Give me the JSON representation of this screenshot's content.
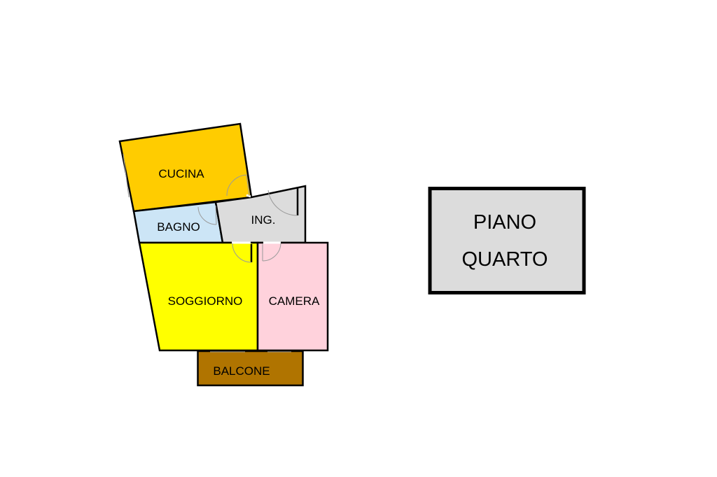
{
  "rooms": {
    "cucina": {
      "label": "CUCINA",
      "color": "#ffcc00"
    },
    "bagno": {
      "label": "BAGNO",
      "color": "#cce5f6"
    },
    "ingresso": {
      "label": "ING.",
      "color": "#dcdcdc"
    },
    "soggiorno": {
      "label": "SOGGIORNO",
      "color": "#ffff00"
    },
    "camera": {
      "label": "CAMERA",
      "color": "#ffd2dc"
    },
    "balcone": {
      "label": "BALCONE",
      "color": "#b07400"
    }
  },
  "floor": {
    "line1": "PIANO",
    "line2": "QUARTO",
    "color": "#dcdcdc"
  }
}
